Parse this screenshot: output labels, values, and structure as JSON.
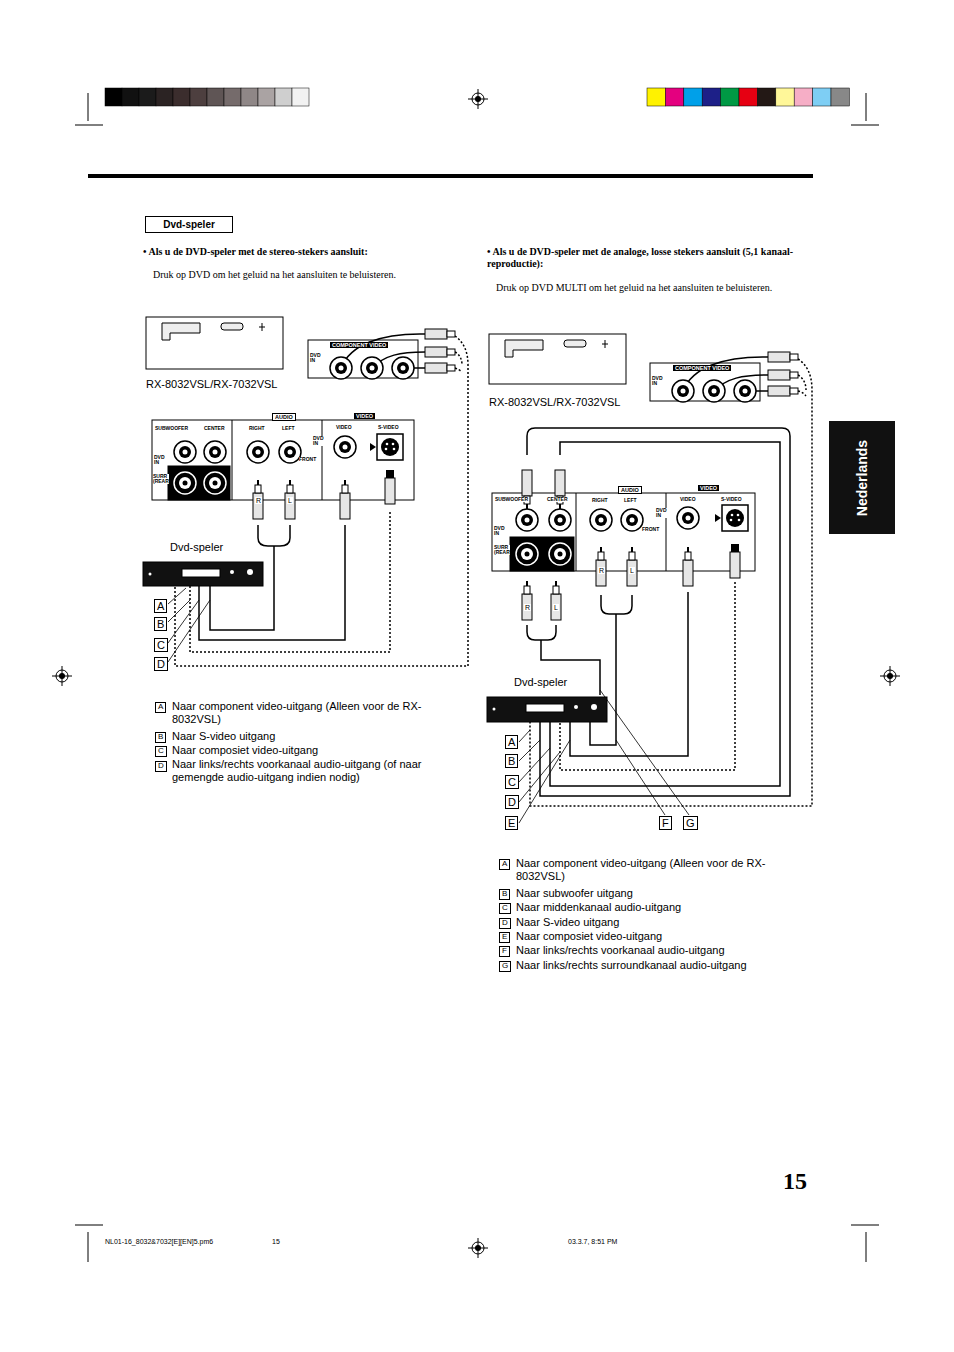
{
  "diagram": {
    "nodes": [
      {
        "text": [
          "Dvd-speler"
        ]
      },
      {
        "text": [
          "Nederlands"
        ]
      }
    ],
    "labels": [
      "• Als u de DVD-speler met de stereo-stekers aansluit:",
      "Druk op DVD om het geluid na het aansluiten te beluisteren.",
      "• Als u de DVD-speler met de analoge, losse stekers aansluit (5,1 kanaal-reproductie):",
      "Druk op DVD MULTI om het geluid na het aansluiten te beluisteren.",
      "RX-8032VSL/RX-7032VSL",
      "COMPONENT VIDEO",
      "DVD IN",
      "AUDIO",
      "VIDEO",
      "SUBWOOFER",
      "CENTER",
      "RIGHT",
      "LEFT",
      "DVD IN",
      "FRONT",
      "VIDEO",
      "S-VIDEO",
      "DVD IN",
      "SURR (REAR)",
      "R",
      "L",
      "Dvd-speler",
      "A",
      "B",
      "C",
      "D",
      "A",
      "Naar component video-uitgang (Alleen voor de RX-8032VSL)",
      "B",
      "Naar S-video uitgang",
      "C",
      "Naar composiet video-uitgang",
      "D",
      "Naar links/rechts voorkanaal audio-uitgang (of naar gemengde audio-uitgang indien nodig)",
      "COMPONENT VIDEO",
      "DVD IN",
      "RX-8032VSL/RX-7032VSL",
      "AUDIO",
      "VIDEO",
      "SUBWOOFER",
      "CENTER",
      "RIGHT",
      "LEFT",
      "VIDEO",
      "S-VIDEO",
      "DVD IN",
      "DVD IN",
      "FRONT",
      "SURR (REAR)",
      "R",
      "L",
      "R",
      "L",
      "Dvd-speler",
      "A",
      "B",
      "C",
      "D",
      "E",
      "F",
      "G",
      "A",
      "Naar component video-uitgang (Alleen voor de RX-8032VSL)",
      "B",
      "Naar subwoofer uitgang",
      "C",
      "Naar middenkanaal audio-uitgang",
      "D",
      "Naar S-video uitgang",
      "E",
      "Naar composiet video-uitgang",
      "F",
      "Naar links/rechts voorkanaal audio-uitgang",
      "G",
      "Naar links/rechts surroundkanaal audio-uitgang",
      "15",
      "NL01-16_8032&7032[E][EN]5.pm6",
      "15",
      "03.3.7, 8:51 PM"
    ]
  }
}
